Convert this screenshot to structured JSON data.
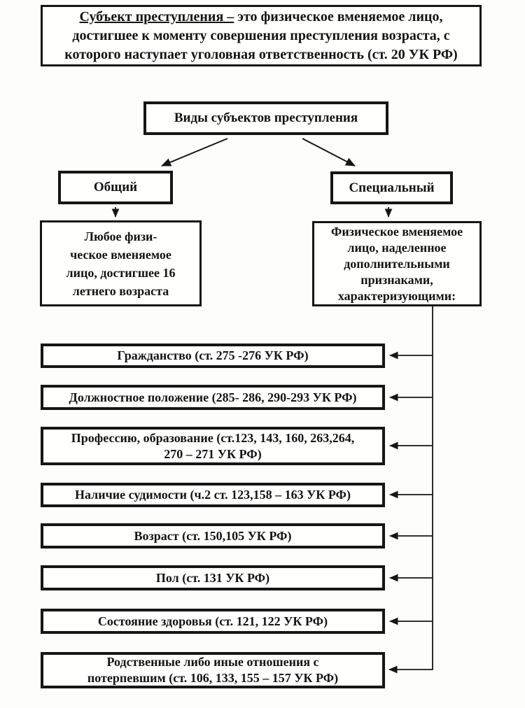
{
  "definition_box": {
    "term": "Субъект преступления –",
    "line1_rest": " это физическое вменяемое лицо,",
    "line2": "достигшее к моменту совершения преступления возраста, с",
    "line3": "которого наступает уголовная ответственность (ст. 20 УК РФ)"
  },
  "types_box": {
    "label": "Виды субъектов преступления"
  },
  "general_branch": {
    "label": "Общий",
    "desc_lines": [
      "Любое физи-",
      "ческое вменяемое",
      "лицо, достигшее 16",
      "летнего возраста"
    ]
  },
  "special_branch": {
    "label": "Специальный",
    "desc_lines": [
      "Физическое вменяемое",
      "лицо, наделенное",
      "дополнительными",
      "признаками,",
      "характеризующими:"
    ]
  },
  "attributes": [
    {
      "line1": "Гражданство (ст. 275 -276 УК РФ)",
      "line2": ""
    },
    {
      "line1": "Должностное положение (285- 286, 290-293 УК РФ)",
      "line2": ""
    },
    {
      "line1": "Профессию, образование (ст.123, 143, 160, 263,264,",
      "line2": "270 – 271 УК РФ)"
    },
    {
      "line1": "Наличие судимости (ч.2 ст. 123,158 – 163 УК РФ)",
      "line2": ""
    },
    {
      "line1": "Возраст (ст. 150,105 УК РФ)",
      "line2": ""
    },
    {
      "line1": "Пол (ст. 131 УК РФ)",
      "line2": ""
    },
    {
      "line1": "Состояние здоровья (ст. 121, 122 УК РФ)",
      "line2": ""
    },
    {
      "line1": "Родственные либо иные отношения с",
      "line2": "потерпевшим (ст. 106, 133, 155 – 157 УК РФ)"
    }
  ],
  "colors": {
    "ink": "#141414",
    "paper": "#fdfdfc"
  }
}
